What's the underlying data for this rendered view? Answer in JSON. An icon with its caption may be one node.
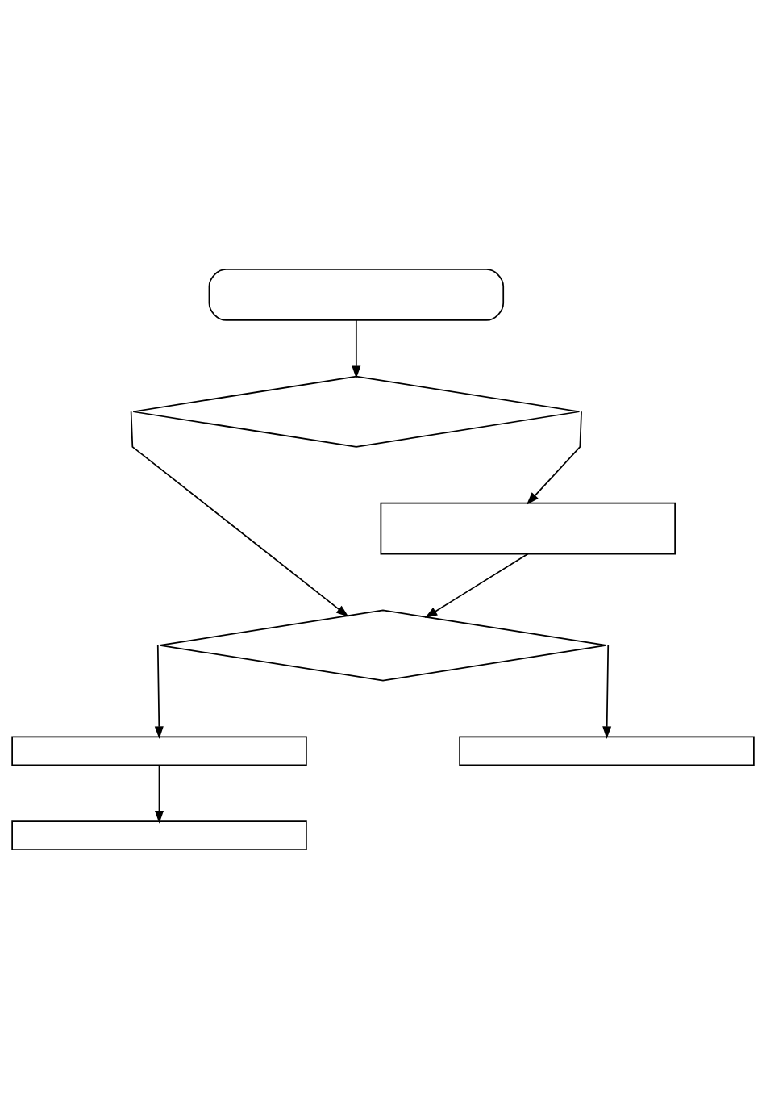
{
  "diagram": {
    "nodes": [
      {
        "text": [],
        "shape": "box"
      },
      {
        "text": [],
        "shape": "diamond"
      },
      {
        "text": [],
        "shape": "box"
      },
      {
        "text": [],
        "shape": "diamond"
      },
      {
        "text": [],
        "shape": "box"
      },
      {
        "text": [],
        "shape": "box"
      },
      {
        "text": [],
        "shape": "box"
      }
    ],
    "edges": [
      {
        "from": 0,
        "to": 1,
        "arrow": "to"
      },
      {
        "from": 1,
        "to": 3,
        "arrow": "to"
      },
      {
        "from": 1,
        "to": 2,
        "arrow": "to"
      },
      {
        "from": 2,
        "to": 3,
        "arrow": "to"
      },
      {
        "from": 3,
        "to": 4,
        "arrow": "to"
      },
      {
        "from": 3,
        "to": 5,
        "arrow": "to"
      },
      {
        "from": 4,
        "to": 6,
        "arrow": "to"
      }
    ]
  }
}
